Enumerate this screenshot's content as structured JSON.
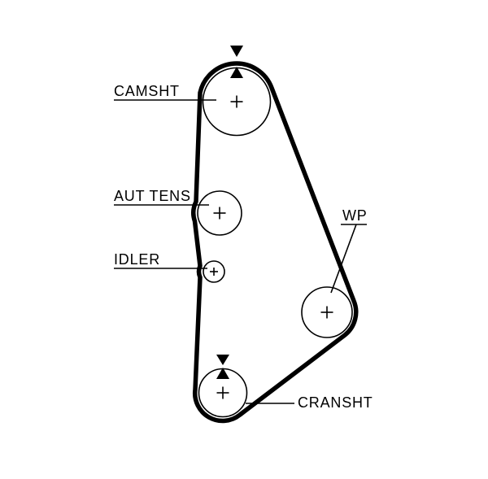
{
  "diagram": {
    "title": "timing-belt-routing-diagram",
    "colors": {
      "line": "#000000",
      "background": "#ffffff"
    },
    "labels": {
      "camshaft": "CAMSHT",
      "auto_tensioner": "AUT TENS",
      "idler": "IDLER",
      "water_pump": "WP",
      "crankshaft": "CRANSHT"
    },
    "pulleys": [
      {
        "id": "camshaft",
        "label": "CAMSHT",
        "center_mark": "+",
        "timing_marks": [
          "down-triangle",
          "up-triangle"
        ]
      },
      {
        "id": "auto-tensioner",
        "label": "AUT TENS",
        "center_mark": "+",
        "timing_marks": []
      },
      {
        "id": "idler",
        "label": "IDLER",
        "center_mark": "+",
        "timing_marks": []
      },
      {
        "id": "water-pump",
        "label": "WP",
        "center_mark": "+",
        "timing_marks": []
      },
      {
        "id": "crankshaft",
        "label": "CRANSHT",
        "center_mark": "+",
        "timing_marks": [
          "down-triangle",
          "up-triangle"
        ]
      }
    ]
  }
}
